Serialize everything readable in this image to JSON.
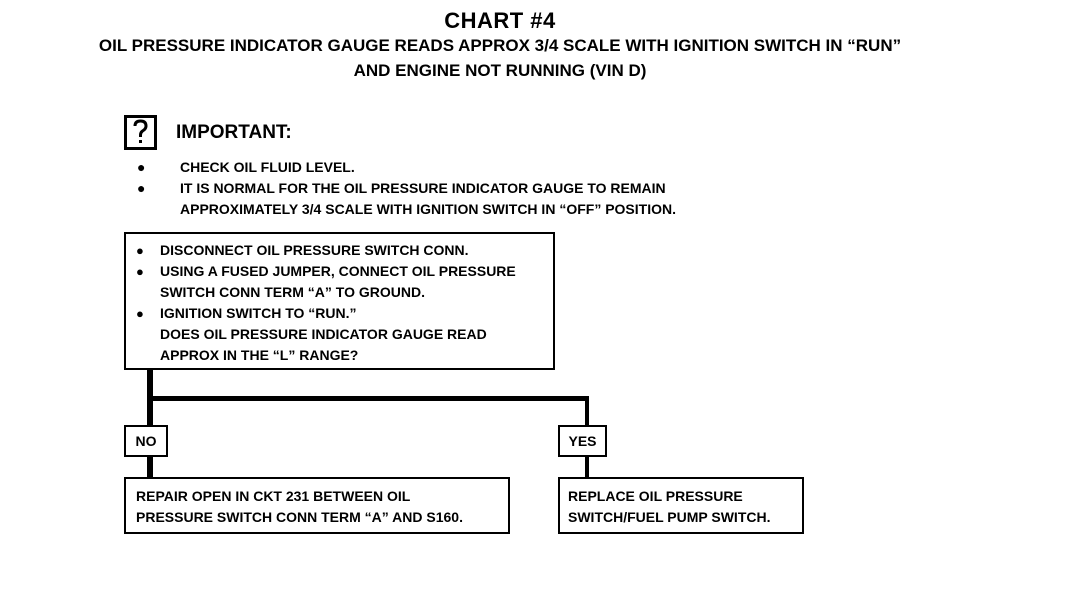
{
  "header": {
    "title": "CHART #4",
    "subtitle_line1": "OIL PRESSURE INDICATOR GAUGE READS APPROX 3/4 SCALE WITH IGNITION SWITCH IN “RUN”",
    "subtitle_line2": "AND ENGINE NOT RUNNING (VIN D)"
  },
  "important": {
    "icon": "question-mark-icon",
    "label": "IMPORTANT:",
    "bullet_glyph": "●",
    "notes": [
      "CHECK OIL FLUID LEVEL.",
      "IT IS NORMAL FOR THE OIL PRESSURE INDICATOR GAUGE TO REMAIN",
      "APPROXIMATELY 3/4 SCALE WITH IGNITION SWITCH IN “OFF” POSITION."
    ]
  },
  "test_box": {
    "lines": [
      "DISCONNECT OIL PRESSURE SWITCH CONN.",
      "USING A FUSED JUMPER, CONNECT OIL PRESSURE",
      "SWITCH CONN TERM “A” TO GROUND.",
      "IGNITION SWITCH TO “RUN.”",
      "DOES OIL PRESSURE INDICATOR GAUGE READ",
      "APPROX IN THE “L” RANGE?"
    ]
  },
  "branches": {
    "no": {
      "label": "NO",
      "result_lines": [
        "REPAIR OPEN IN CKT 231 BETWEEN OIL",
        "PRESSURE SWITCH CONN TERM “A” AND S160."
      ]
    },
    "yes": {
      "label": "YES",
      "result_lines": [
        "REPLACE OIL PRESSURE",
        "SWITCH/FUEL PUMP SWITCH."
      ]
    }
  }
}
